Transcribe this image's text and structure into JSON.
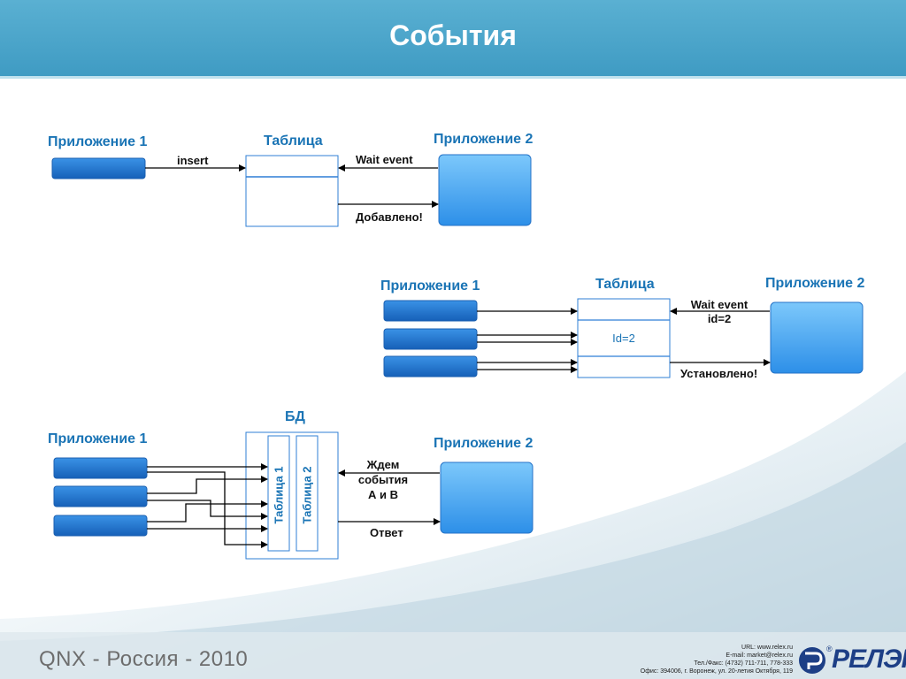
{
  "slide": {
    "title": "События",
    "footer": {
      "brand": "QNX - Россия - 2010",
      "contact": [
        "URL: www.relex.ru",
        "E-mail: market@relex.ru",
        "Тел./Факс: (4732) 711-711, 778-333",
        "Офис: 394006, г. Воронеж, ул. 20-летия Октября, 119"
      ],
      "logo_text": "РЕЛЭКС",
      "logo_registered": "®"
    }
  },
  "diagram1": {
    "app1_label": "Приложение 1",
    "table_label": "Таблица",
    "app2_label": "Приложение 2",
    "insert_label": "insert",
    "wait_label": "Wait event",
    "added_label": "Добавлено!"
  },
  "diagram2": {
    "app1_label": "Приложение 1",
    "table_label": "Таблица",
    "app2_label": "Приложение 2",
    "row_label": "Id=2",
    "wait_label_line1": "Wait event",
    "wait_label_line2": "id=2",
    "set_label": "Установлено!"
  },
  "diagram3": {
    "db_label": "БД",
    "app1_label": "Приложение 1",
    "app2_label": "Приложение 2",
    "table1_label": "Таблица 1",
    "table2_label": "Таблица 2",
    "wait_line1": "Ждем",
    "wait_line2": "события",
    "wait_line3": "А и В",
    "answer_label": "Ответ"
  },
  "colors": {
    "title_bar": "#4aa3c9",
    "label_blue": "#1a74b5",
    "box_blue": "#2f7fd6",
    "box_light": "#5bb5f5",
    "brand_gray": "#6d6d6d",
    "logo_blue": "#1d3f86"
  }
}
